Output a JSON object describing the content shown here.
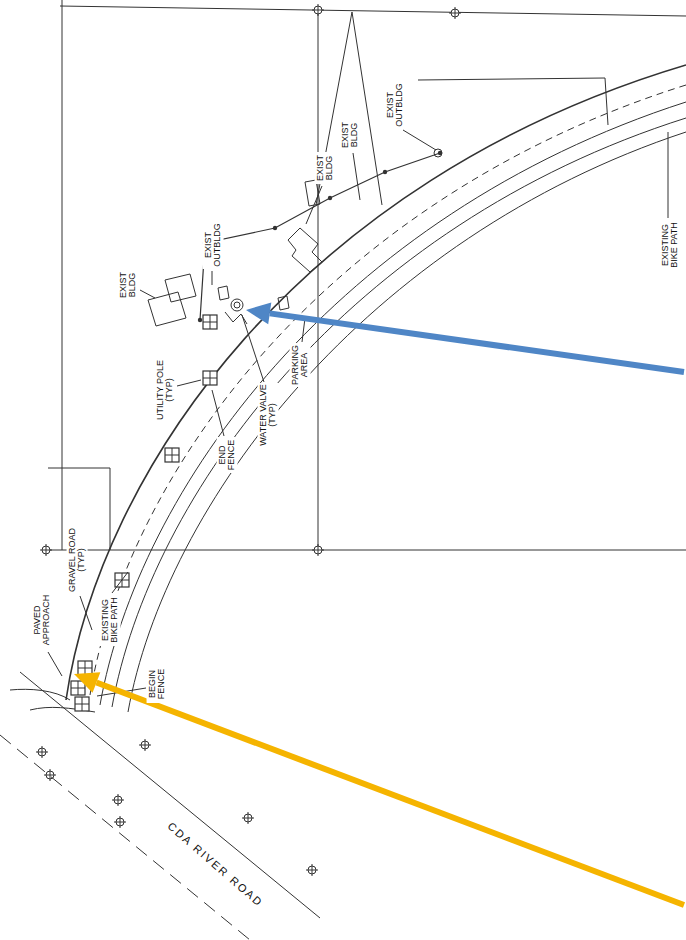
{
  "diagram": {
    "labels": [
      "EXIST OUTBLDG",
      "EXIST BLDG",
      "EXIST BLDG",
      "EXIST OUTBLDG",
      "EXIST BLDG",
      "EXISTING BIKE PATH",
      "PARKING AREA",
      "WATER VALVE (TYP)",
      "UTILITY POLE (TYP)",
      "END FENCE",
      "GRAVEL ROAD (TYP)",
      "PAVED APPROACH",
      "EXISTING BIKE PATH",
      "BEGIN FENCE",
      "CDA RIVER ROAD"
    ]
  }
}
